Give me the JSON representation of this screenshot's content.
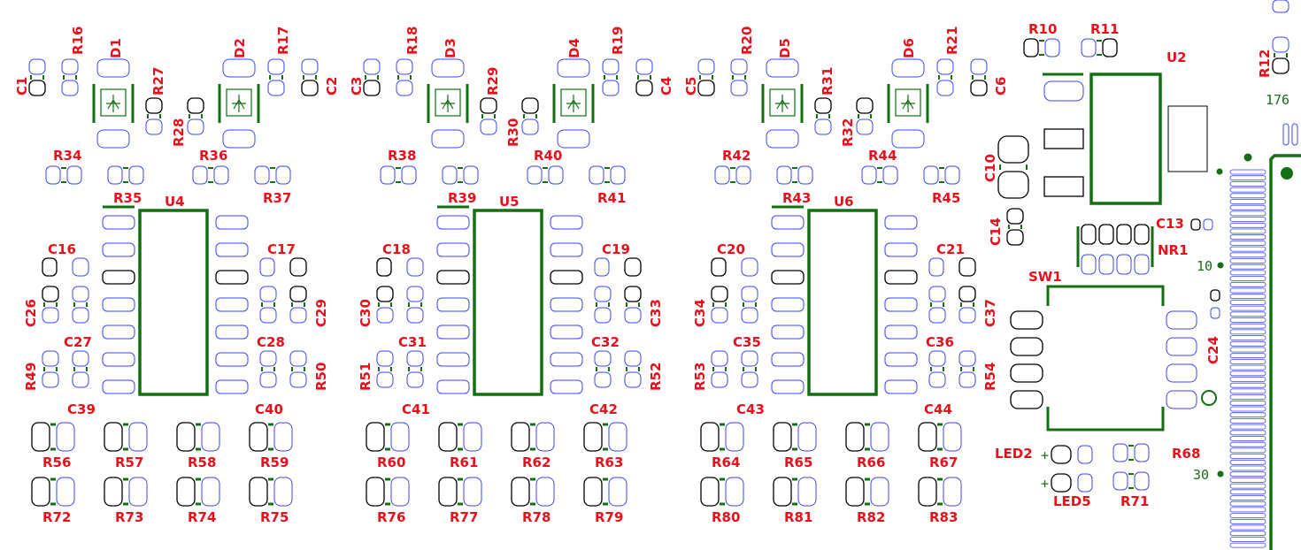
{
  "colors": {
    "label": "#e8101a",
    "silkscreen": "#127012",
    "pad_outline": "#3a46ff",
    "pad_black": "#000000",
    "background": "#ffffff"
  },
  "designators": {
    "c": [
      "C1",
      "C2",
      "C3",
      "C4",
      "C5",
      "C6",
      "C10",
      "C13",
      "C14",
      "C16",
      "C17",
      "C18",
      "C19",
      "C20",
      "C21",
      "C24",
      "C26",
      "C27",
      "C28",
      "C29",
      "C30",
      "C31",
      "C32",
      "C33",
      "C34",
      "C35",
      "C36",
      "C37",
      "C39",
      "C40",
      "C41",
      "C42",
      "C43",
      "C44"
    ],
    "r": [
      "R10",
      "R11",
      "R12",
      "R16",
      "R17",
      "R18",
      "R19",
      "R20",
      "R21",
      "R27",
      "R28",
      "R29",
      "R30",
      "R31",
      "R32",
      "R34",
      "R35",
      "R36",
      "R37",
      "R38",
      "R39",
      "R40",
      "R41",
      "R42",
      "R43",
      "R44",
      "R45",
      "R49",
      "R50",
      "R51",
      "R52",
      "R53",
      "R54",
      "R56",
      "R57",
      "R58",
      "R59",
      "R60",
      "R61",
      "R62",
      "R63",
      "R64",
      "R65",
      "R66",
      "R67",
      "R68",
      "R71",
      "R72",
      "R73",
      "R74",
      "R75",
      "R76",
      "R77",
      "R78",
      "R79",
      "R80",
      "R81",
      "R82",
      "R83"
    ],
    "d": [
      "D1",
      "D2",
      "D3",
      "D4",
      "D5",
      "D6"
    ],
    "u": [
      "U2",
      "U4",
      "U5",
      "U6"
    ],
    "misc": [
      "NR1",
      "SW1",
      "LED2",
      "LED5"
    ]
  },
  "pin_numbers": {
    "p10": "10",
    "p30": "30",
    "p176": "176"
  }
}
